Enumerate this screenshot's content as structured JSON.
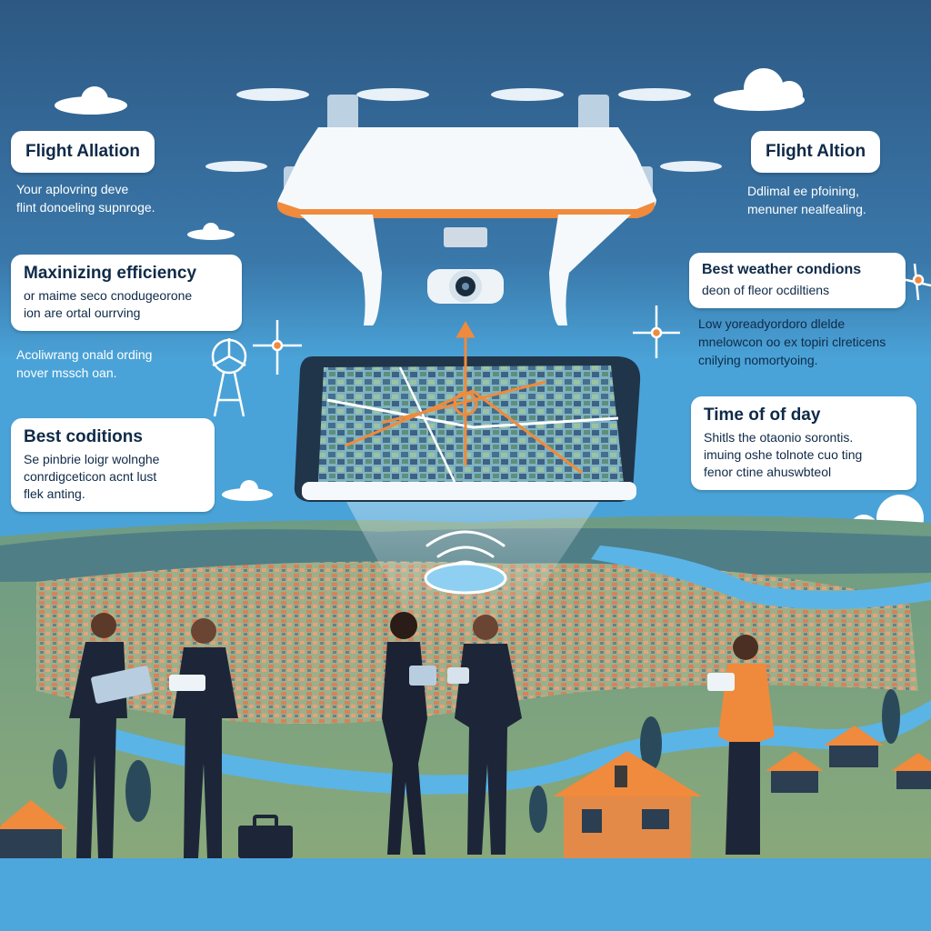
{
  "left_panel": {
    "heading_1": "Flight Allation",
    "text_1": [
      "Your aplovring deve",
      "flint donoeling supnroge."
    ],
    "box_2": {
      "title": "Maxinizing efficiency",
      "lines": [
        "or maime seco cnodugeorone",
        "ion are ortal ourrving"
      ]
    },
    "text_2": [
      "Acoliwrang onald ording",
      "nover mssch oan."
    ],
    "box_3": {
      "title": "Best coditions",
      "lines": [
        "Se pinbrie loigr wolnghe",
        "conrdigceticon acnt lust",
        "flek anting."
      ]
    }
  },
  "right_panel": {
    "heading_1": "Flight Altion",
    "text_1": [
      "Ddlimal ee pfoining,",
      "menuner nealfealing."
    ],
    "box_2": {
      "title": "Best weather condions",
      "lines": [
        "deon of fleor ocdiltiens"
      ]
    },
    "text_2": [
      "Low yoreadyordoro dlelde",
      "mnelowcon oo ex topiri clreticens",
      "cnilying nomortyoing."
    ],
    "box_3": {
      "title": "Time of of day",
      "lines": [
        "Shitls the otaonio sorontis.",
        "imuing oshe tolnote cuo ting",
        "fenor ctine ahuswbteol"
      ]
    }
  },
  "colors": {
    "sky_top": "#2e5a84",
    "sky_bottom": "#4da6dc",
    "label_bg": "#ffffff",
    "label_text": "#0f2a48",
    "accent_orange": "#f08a3c",
    "ground": "#87a877",
    "river": "#5bb4e6"
  },
  "icons": [
    "drone-icon",
    "camera-icon",
    "tablet-icon",
    "crosshair-icon",
    "wifi-signal-icon",
    "wind-turbine-icon",
    "mini-drone-icon",
    "house-icon",
    "briefcase-icon",
    "cloud-icon"
  ]
}
